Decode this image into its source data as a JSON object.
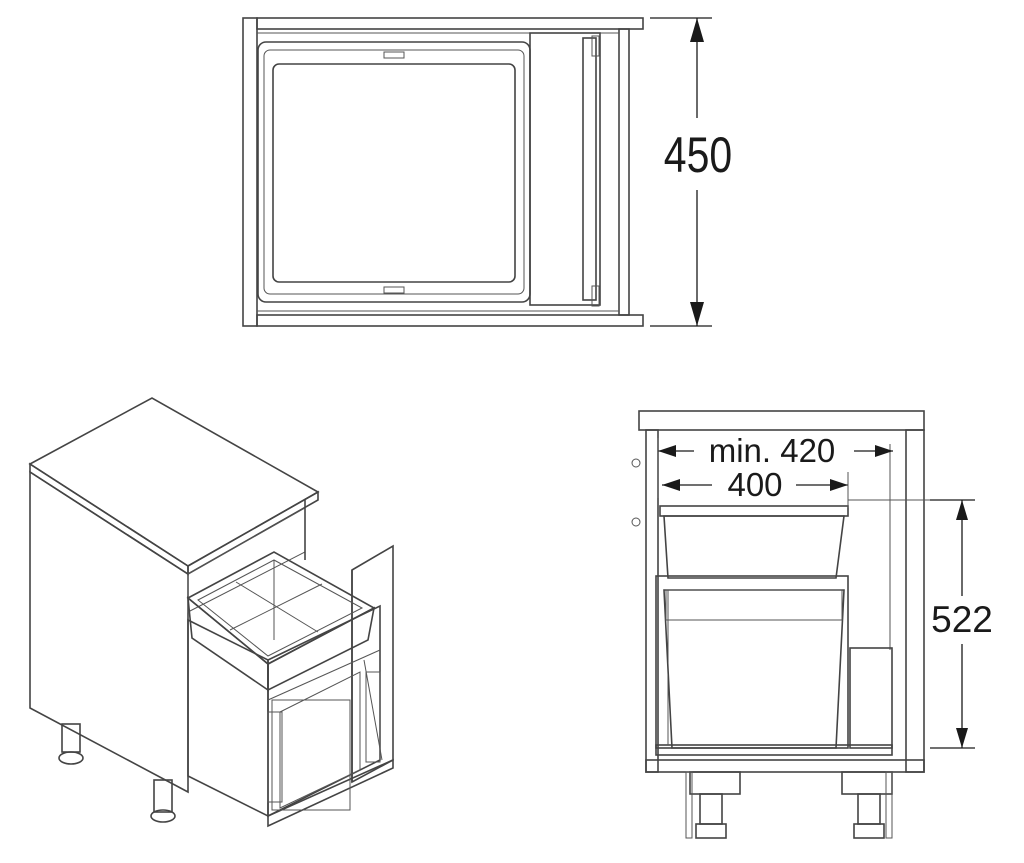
{
  "views": {
    "top": {
      "dimension_depth": "450"
    },
    "front": {
      "dimension_min_width": "min. 420",
      "dimension_bin_width": "400",
      "dimension_height": "522"
    }
  },
  "colors": {
    "outline": "#444444",
    "panel_light": "#e6e6e6",
    "bin_grey": "#a8a8a8",
    "bin_light": "#d4d4d4",
    "dimension": "#1a1a1a"
  }
}
